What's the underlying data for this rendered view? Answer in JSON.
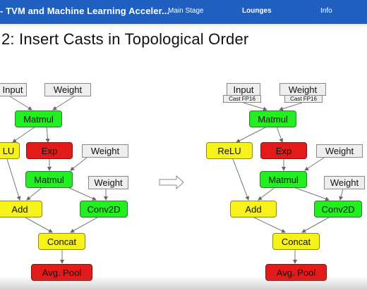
{
  "header": {
    "title": "- TVM and Machine Learning Acceler...",
    "nav": [
      "Main Stage",
      "Lounges",
      "Info"
    ],
    "active_nav": "Lounges"
  },
  "slide": {
    "title": "2: Insert Casts in Topological Order",
    "left_graph": {
      "input": "Input",
      "weight1": "Weight",
      "matmul1": "Matmul",
      "relu": "LU",
      "exp": "Exp",
      "weight2": "Weight",
      "matmul2": "Matmul",
      "weight3": "Weight",
      "add": "Add",
      "conv2d": "Conv2D",
      "concat": "Concat",
      "avgpool": "Avg. Pool"
    },
    "right_graph": {
      "input": "Input",
      "weight1": "Weight",
      "cast1": "Cast FP16",
      "cast2": "Cast FP16",
      "matmul1": "Matmul",
      "relu": "ReLU",
      "exp": "Exp",
      "weight2": "Weight",
      "matmul2": "Matmul",
      "weight3": "Weight",
      "add": "Add",
      "conv2d": "Conv2D",
      "concat": "Concat",
      "avgpool": "Avg. Pool"
    }
  },
  "colors": {
    "header_bg": "#1f5fbf",
    "green": "#22ee22",
    "red": "#e21a1a",
    "yellow": "#f6f21a",
    "gray": "#eeeeee"
  }
}
